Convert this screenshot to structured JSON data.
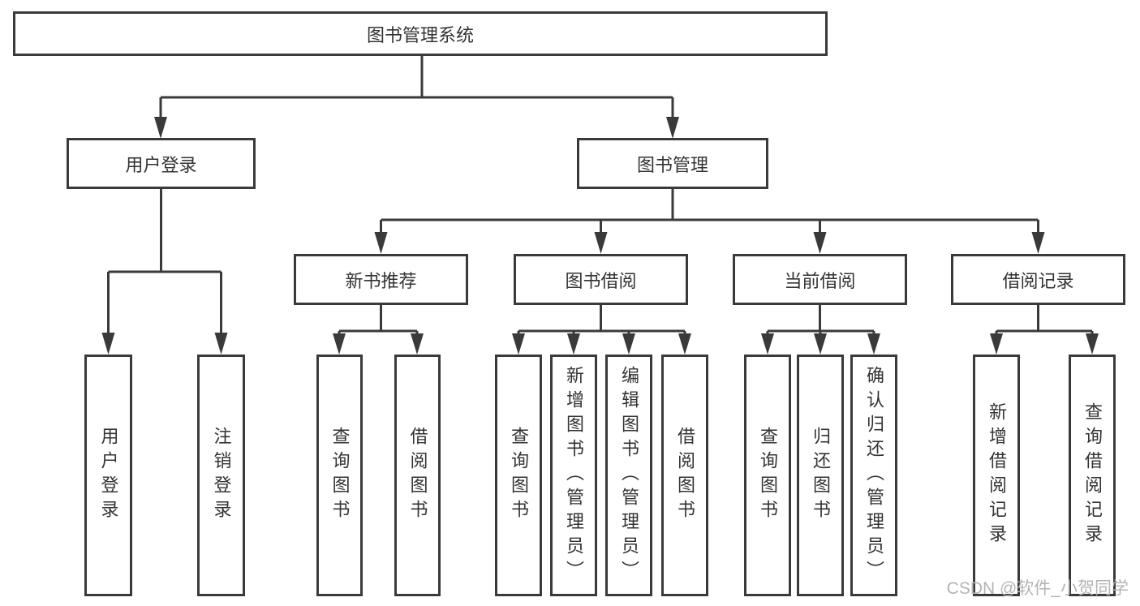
{
  "diagram": {
    "root": {
      "label": "图书管理系统"
    },
    "branches": [
      {
        "label": "用户登录",
        "children": [
          {
            "label": "用户登录"
          },
          {
            "label": "注销登录"
          }
        ]
      },
      {
        "label": "图书管理",
        "sections": [
          {
            "label": "新书推荐",
            "children": [
              {
                "label": "查询图书"
              },
              {
                "label": "借阅图书"
              }
            ]
          },
          {
            "label": "图书借阅",
            "children": [
              {
                "label": "查询图书"
              },
              {
                "label": "新增图书（管理员）"
              },
              {
                "label": "编辑图书（管理员）"
              },
              {
                "label": "借阅图书"
              }
            ]
          },
          {
            "label": "当前借阅",
            "children": [
              {
                "label": "查询图书"
              },
              {
                "label": "归还图书"
              },
              {
                "label": "确认归还（管理员）"
              }
            ]
          },
          {
            "label": "借阅记录",
            "children": [
              {
                "label": "新增借阅记录"
              },
              {
                "label": "查询借阅记录"
              }
            ]
          }
        ]
      }
    ],
    "colors": {
      "line": "#3a3a3a",
      "text": "#333333",
      "box_background": "#ffffff"
    }
  },
  "watermark": {
    "text": "CSDN @软件_小贺同学",
    "color": "#b4b4b4"
  }
}
